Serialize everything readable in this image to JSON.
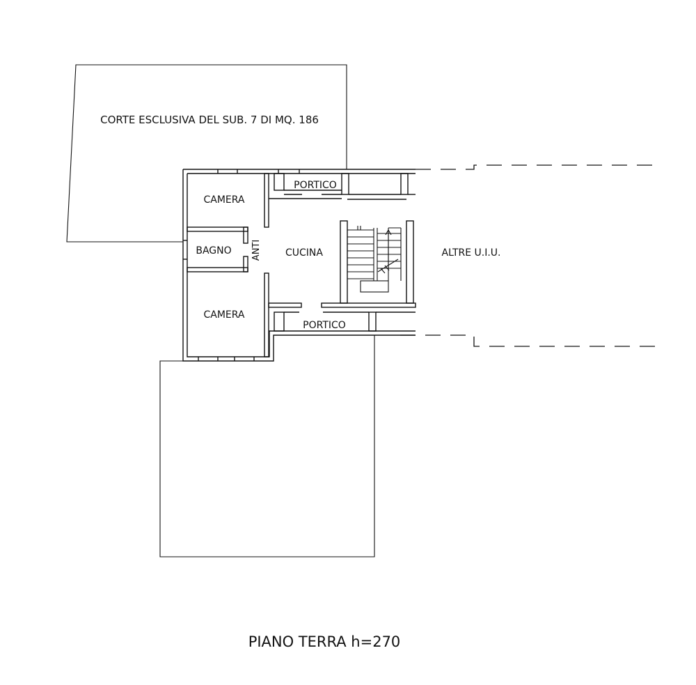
{
  "title": "PIANO TERRA h=270",
  "court_label": "CORTE ESCLUSIVA DEL SUB. 7 DI MQ. 186",
  "rooms": {
    "camera_top": "CAMERA",
    "bagno": "BAGNO",
    "anti": "ANTI",
    "cucina": "CUCINA",
    "camera_bottom": "CAMERA",
    "portico_top": "PORTICO",
    "portico_bottom": "PORTICO",
    "altre": "ALTRE U.I.U."
  }
}
